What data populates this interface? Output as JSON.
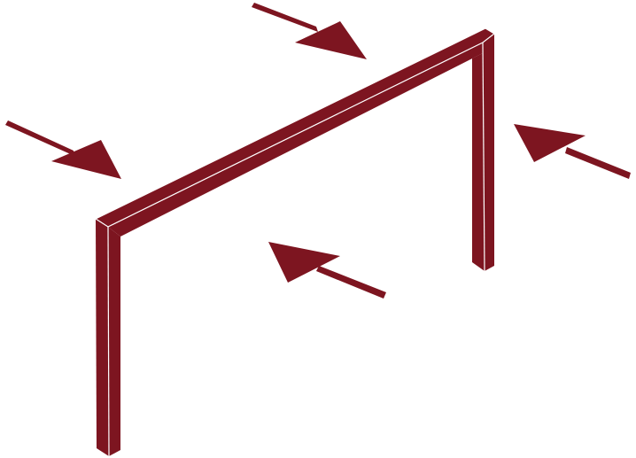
{
  "diagram": {
    "background": "#ffffff",
    "frame_color": "#7d1520",
    "frame_edge_color": "#ffffff",
    "arrow_color": "#7d1520",
    "frame": {
      "members": [
        "left-post",
        "top-beam",
        "right-post"
      ]
    },
    "arrows": [
      {
        "id": "arrow-upper-left"
      },
      {
        "id": "arrow-top"
      },
      {
        "id": "arrow-right"
      },
      {
        "id": "arrow-center"
      }
    ]
  }
}
